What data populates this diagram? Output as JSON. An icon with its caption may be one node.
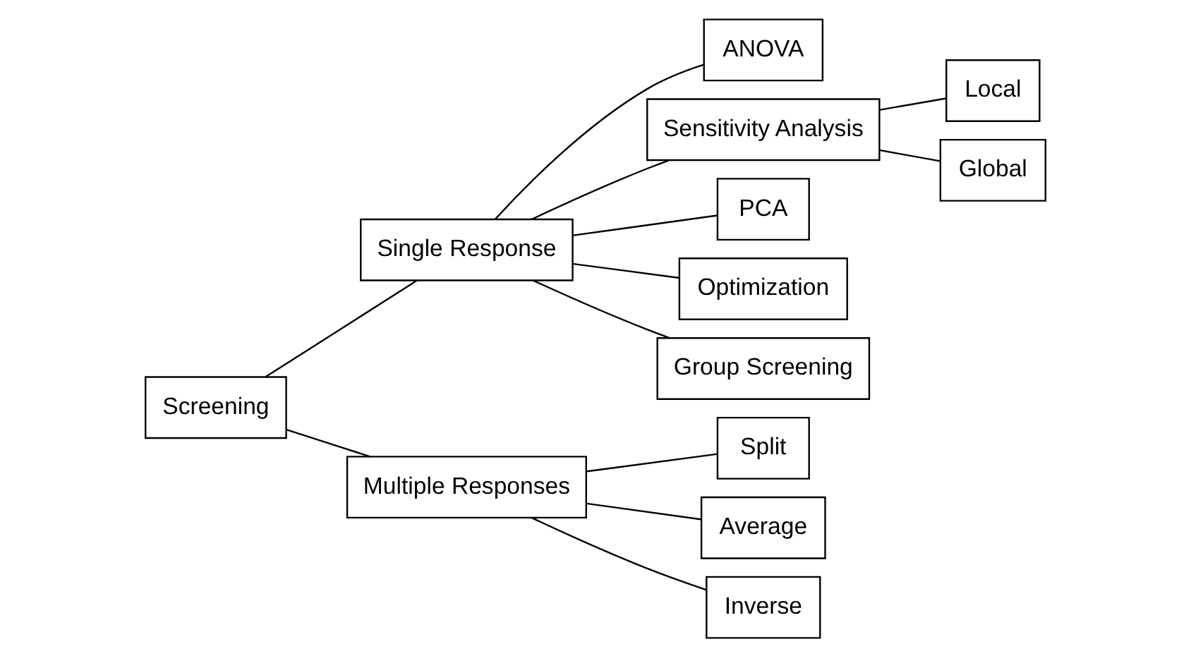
{
  "diagram": {
    "nodes": [
      {
        "text": [
          "Screening"
        ]
      },
      {
        "text": [
          "Single Response"
        ]
      },
      {
        "text": [
          "ANOVA"
        ]
      },
      {
        "text": [
          "Sensitivity Analysis"
        ]
      },
      {
        "text": [
          "Local"
        ]
      },
      {
        "text": [
          "Global"
        ]
      },
      {
        "text": [
          "PCA"
        ]
      },
      {
        "text": [
          "Optimization"
        ]
      },
      {
        "text": [
          "Group Screening"
        ]
      },
      {
        "text": [
          "Multiple Responses"
        ]
      },
      {
        "text": [
          "Split"
        ]
      },
      {
        "text": [
          "Average"
        ]
      },
      {
        "text": [
          "Inverse"
        ]
      }
    ],
    "edges": [
      {
        "from": 0,
        "to": 1,
        "arrow": "none"
      },
      {
        "from": 0,
        "to": 9,
        "arrow": "none"
      },
      {
        "from": 1,
        "to": 2,
        "arrow": "none"
      },
      {
        "from": 1,
        "to": 3,
        "arrow": "none"
      },
      {
        "from": 1,
        "to": 6,
        "arrow": "none"
      },
      {
        "from": 1,
        "to": 7,
        "arrow": "none"
      },
      {
        "from": 1,
        "to": 8,
        "arrow": "none"
      },
      {
        "from": 3,
        "to": 4,
        "arrow": "none"
      },
      {
        "from": 3,
        "to": 5,
        "arrow": "none"
      },
      {
        "from": 9,
        "to": 10,
        "arrow": "none"
      },
      {
        "from": 9,
        "to": 11,
        "arrow": "none"
      },
      {
        "from": 9,
        "to": 12,
        "arrow": "none"
      }
    ]
  }
}
